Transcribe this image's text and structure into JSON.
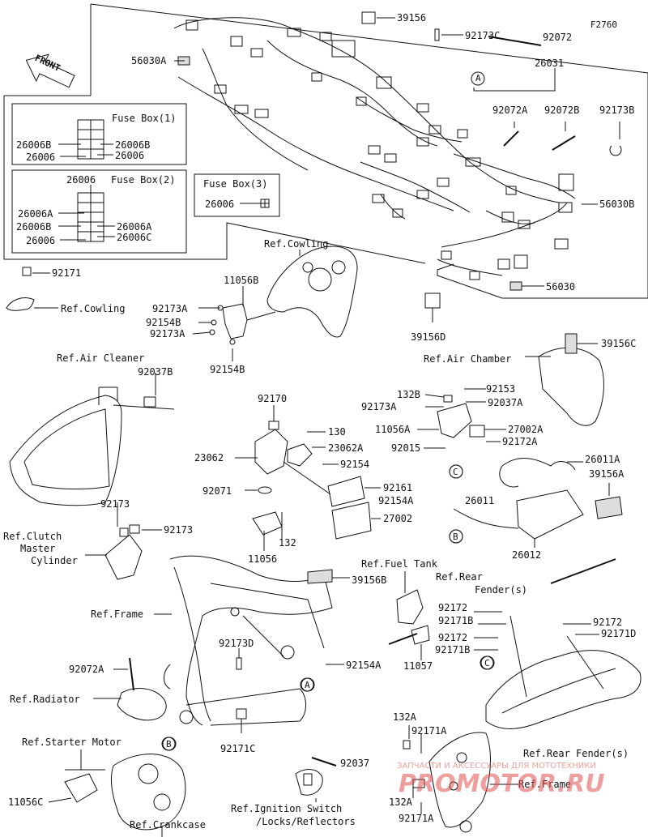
{
  "figure_code": "F2760",
  "front_label": "FRONT",
  "fuse_boxes": {
    "box1": {
      "title": "Fuse Box(1)",
      "left_top": "26006B",
      "left_bottom": "26006",
      "right_top": "26006B",
      "right_bottom": "26006"
    },
    "box2": {
      "title": "Fuse Box(2)",
      "top": "26006",
      "l1": "26006A",
      "l2": "26006B",
      "l3": "26006",
      "r1": "26006A",
      "r2": "26006C"
    },
    "box3": {
      "title": "Fuse Box(3)",
      "label": "26006"
    }
  },
  "callouts": {
    "c39156_top": "39156",
    "c92173C": "92173C",
    "c92072": "92072",
    "c56030A": "56030A",
    "c26031": "26031",
    "c92072A_top": "92072A",
    "c92072B": "92072B",
    "c92173B": "92173B",
    "c56030B": "56030B",
    "c56030": "56030",
    "c39156D": "39156D",
    "c39156C": "39156C",
    "c92171_left": "92171",
    "c11056B": "11056B",
    "c92173A_1": "92173A",
    "c92154B_1": "92154B",
    "c92173A_2": "92173A",
    "c92154B_2": "92154B",
    "c92037B": "92037B",
    "c92170": "92170",
    "c130": "130",
    "c23062": "23062",
    "c23062A": "23062A",
    "c92154": "92154",
    "c92161": "92161",
    "c92071": "92071",
    "c27002": "27002",
    "c132": "132",
    "c11056": "11056",
    "c132B": "132B",
    "c92153": "92153",
    "c92173A_3": "92173A",
    "c92037A": "92037A",
    "c11056A": "11056A",
    "c27002A": "27002A",
    "c92015": "92015",
    "c92172A": "92172A",
    "c26011A": "26011A",
    "c39156A": "39156A",
    "c92154A_1": "92154A",
    "c26011": "26011",
    "c26012": "26012",
    "c92173_left": "92173",
    "c92173_right": "92173",
    "c39156B": "39156B",
    "c92172_1": "92172",
    "c92171B_1": "92171B",
    "c92172_2": "92172",
    "c92171B_2": "92171B",
    "c92172_3": "92172",
    "c92171D": "92171D",
    "c92173D": "92173D",
    "c92072A_left": "92072A",
    "c92154A_2": "92154A",
    "c11057": "11057",
    "c92171C": "92171C",
    "c92037": "92037",
    "c132A_1": "132A",
    "c92171A_1": "92171A",
    "c132A_2": "132A",
    "c92171A_2": "92171A",
    "c11056C": "11056C"
  },
  "refs": {
    "cowling_top": "Ref.Cowling",
    "cowling_left": "Ref.Cowling",
    "air_cleaner": "Ref.Air Cleaner",
    "air_chamber": "Ref.Air Chamber",
    "clutch1": "Ref.Clutch",
    "clutch2": "Master",
    "clutch3": "Cylinder",
    "frame_left": "Ref.Frame",
    "fuel_tank": "Ref.Fuel Tank",
    "rear_fender1": "Ref.Rear",
    "rear_fender2": "Fender(s)",
    "radiator": "Ref.Radiator",
    "starter_motor": "Ref.Starter Motor",
    "crankcase": "Ref.Crankcase",
    "ignition1": "Ref.Ignition Switch",
    "ignition2": "/Locks/Reflectors",
    "rear_fender_right": "Ref.Rear Fender(s)",
    "frame_right": "Ref.Frame"
  },
  "circle_markers": {
    "A": "A",
    "B": "B",
    "C": "C"
  },
  "watermark": {
    "line1": "ЗАПЧАСТИ И АКСЕССУАРЫ ДЛЯ МОТОТЕХНИКИ",
    "line2": "PROMOTOR.RU",
    "color": "#e05050"
  }
}
